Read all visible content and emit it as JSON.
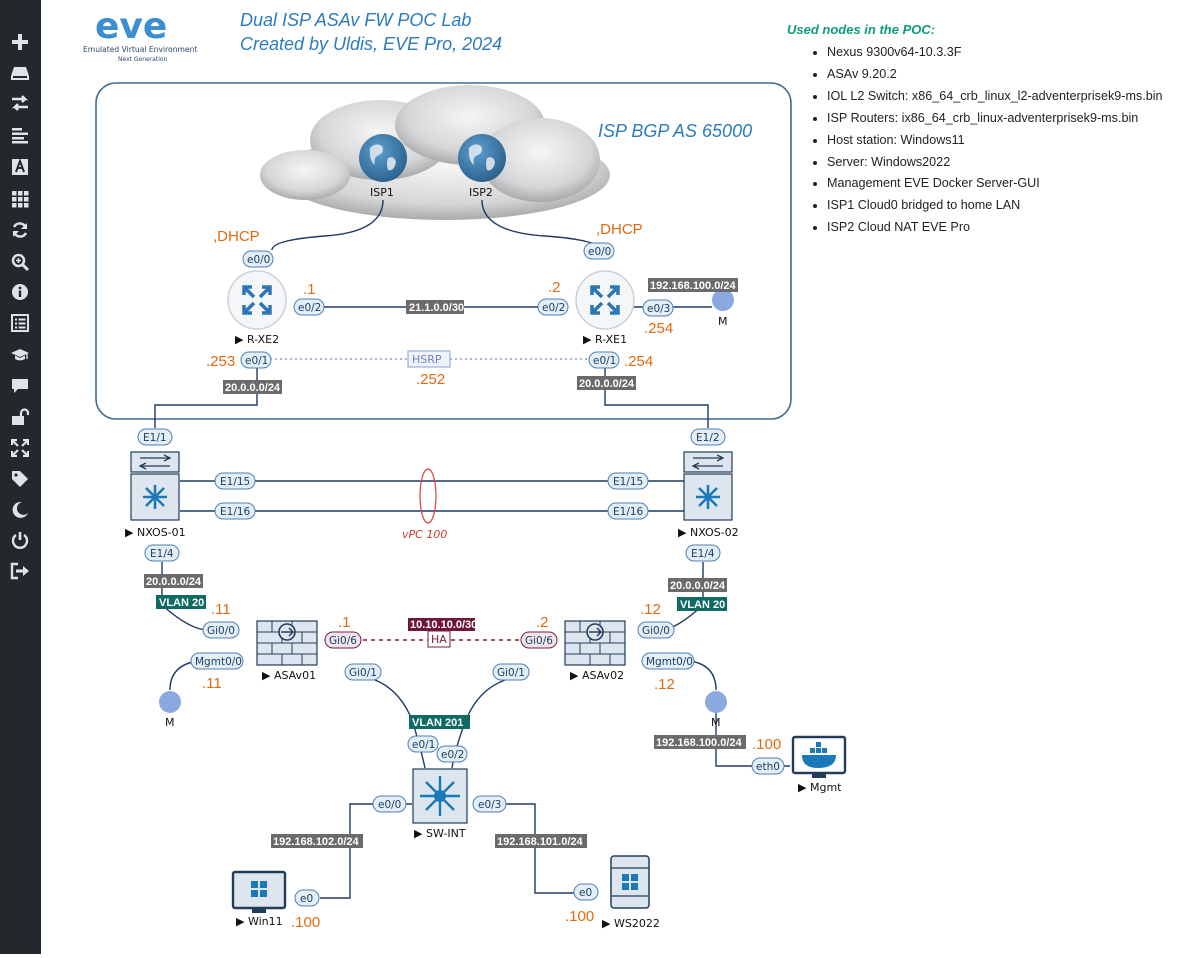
{
  "title": {
    "line1": "Dual ISP ASAv FW POC Lab",
    "line2": "Created by Uldis, EVE Pro, 2024"
  },
  "logo": {
    "text": "eve",
    "tagline": "Emulated Virtual Environment",
    "subtag": "Next Generation"
  },
  "isp_cloud_label": "ISP BGP AS 65000",
  "used_nodes": {
    "heading": "Used nodes in the POC:",
    "items": [
      "Nexus 9300v64-10.3.3F",
      "ASAv 9.20.2",
      "IOL L2 Switch: x86_64_crb_linux_l2-adventerprisek9-ms.bin",
      "ISP Routers: ix86_64_crb_linux-adventerprisek9-ms.bin",
      "Host station: Windows11",
      "Server: Windows2022",
      "Management EVE Docker Server-GUI",
      "ISP1 Cloud0 bridged to home LAN",
      "ISP2 Cloud NAT EVE Pro"
    ]
  },
  "nodes": {
    "isp1": "ISP1",
    "isp2": "ISP2",
    "rxe2": "R-XE2",
    "rxe1": "R-XE1",
    "nxos01": "NXOS-01",
    "nxos02": "NXOS-02",
    "asav01": "ASAv01",
    "asav02": "ASAv02",
    "swint": "SW-INT",
    "win11": "Win11",
    "ws2022": "WS2022",
    "mgmt": "Mgmt",
    "m": "M"
  },
  "ports": {
    "rxe2_e00": "e0/0",
    "rxe2_e02": "e0/2",
    "rxe2_e01": "e0/1",
    "rxe1_e00": "e0/0",
    "rxe1_e02": "e0/2",
    "rxe1_e03": "e0/3",
    "rxe1_e01": "e0/1",
    "nx1_e11": "E1/1",
    "nx1_e115": "E1/15",
    "nx1_e116": "E1/16",
    "nx1_e14": "E1/4",
    "nx2_e12": "E1/2",
    "nx2_e115": "E1/15",
    "nx2_e116": "E1/16",
    "nx2_e14": "E1/4",
    "asa1_gi00": "Gi0/0",
    "asa1_gi06": "Gi0/6",
    "asa1_mgmt": "Mgmt0/0",
    "asa1_gi01": "Gi0/1",
    "asa2_gi00": "Gi0/0",
    "asa2_gi06": "Gi0/6",
    "asa2_mgmt": "Mgmt0/0",
    "asa2_gi01": "Gi0/1",
    "sw_e01": "e0/1",
    "sw_e02": "e0/2",
    "sw_e00": "e0/0",
    "sw_e03": "e0/3",
    "win_e0": "e0",
    "ws_e0": "e0",
    "mgmt_eth0": "eth0"
  },
  "ips": {
    "dhcp_left": ",DHCP",
    "dhcp_right": ",DHCP",
    "rxe2_e02": ".1",
    "rxe1_e02": ".2",
    "rxe2_e01": ".253",
    "rxe1_e01": ".254",
    "rxe1_e03": ".254",
    "hsrp_vip": ".252",
    "asa1_gi00": ".11",
    "asa1_mgmt": ".11",
    "asa1_gi06": ".1",
    "asa2_gi00": ".12",
    "asa2_mgmt": ".12",
    "asa2_gi06": ".2",
    "mgmt": ".100",
    "win11": ".100",
    "ws2022": ".100"
  },
  "networks": {
    "isp_link": "21.1.0.0/30",
    "rxe1_mgmt": "192.168.100.0/24",
    "left_20": "20.0.0.0/24",
    "right_20": "20.0.0.0/24",
    "left_20b": "20.0.0.0/24",
    "right_20b": "20.0.0.0/24",
    "vlan20_left": "VLAN 20",
    "vlan20_right": "VLAN 20",
    "ha_net": "10.10.10.0/30",
    "vlan201": "VLAN 201",
    "mgmt_net": "192.168.100.0/24",
    "win_net": "192.168.102.0/24",
    "ws_net": "192.168.101.0/24"
  },
  "tags": {
    "hsrp": "HSRP",
    "ha": "HA",
    "vpc": "vPC 100"
  },
  "colors": {
    "sidebar": "#23282c",
    "title": "#2a7bbf",
    "ip_text": "#e06a10",
    "network_label_bg": "#6b6b6b",
    "vlan_label_bg": "#0e6a63",
    "ha_label_bg": "#6d1639",
    "used_heading": "#0f9a7c",
    "device_blue": "#3d7fae",
    "vpc_red": "#e04040"
  },
  "sidebar_icons": [
    "add-icon",
    "nodes-icon",
    "networks-icon",
    "startup-configs-icon",
    "text-icon",
    "lab-grid-icon",
    "refresh-icon",
    "zoom-icon",
    "info-icon",
    "list-icon",
    "education-icon",
    "chat-icon",
    "unlock-icon",
    "fullscreen-icon",
    "tag-icon",
    "dark-mode-icon",
    "power-icon",
    "logout-icon"
  ]
}
